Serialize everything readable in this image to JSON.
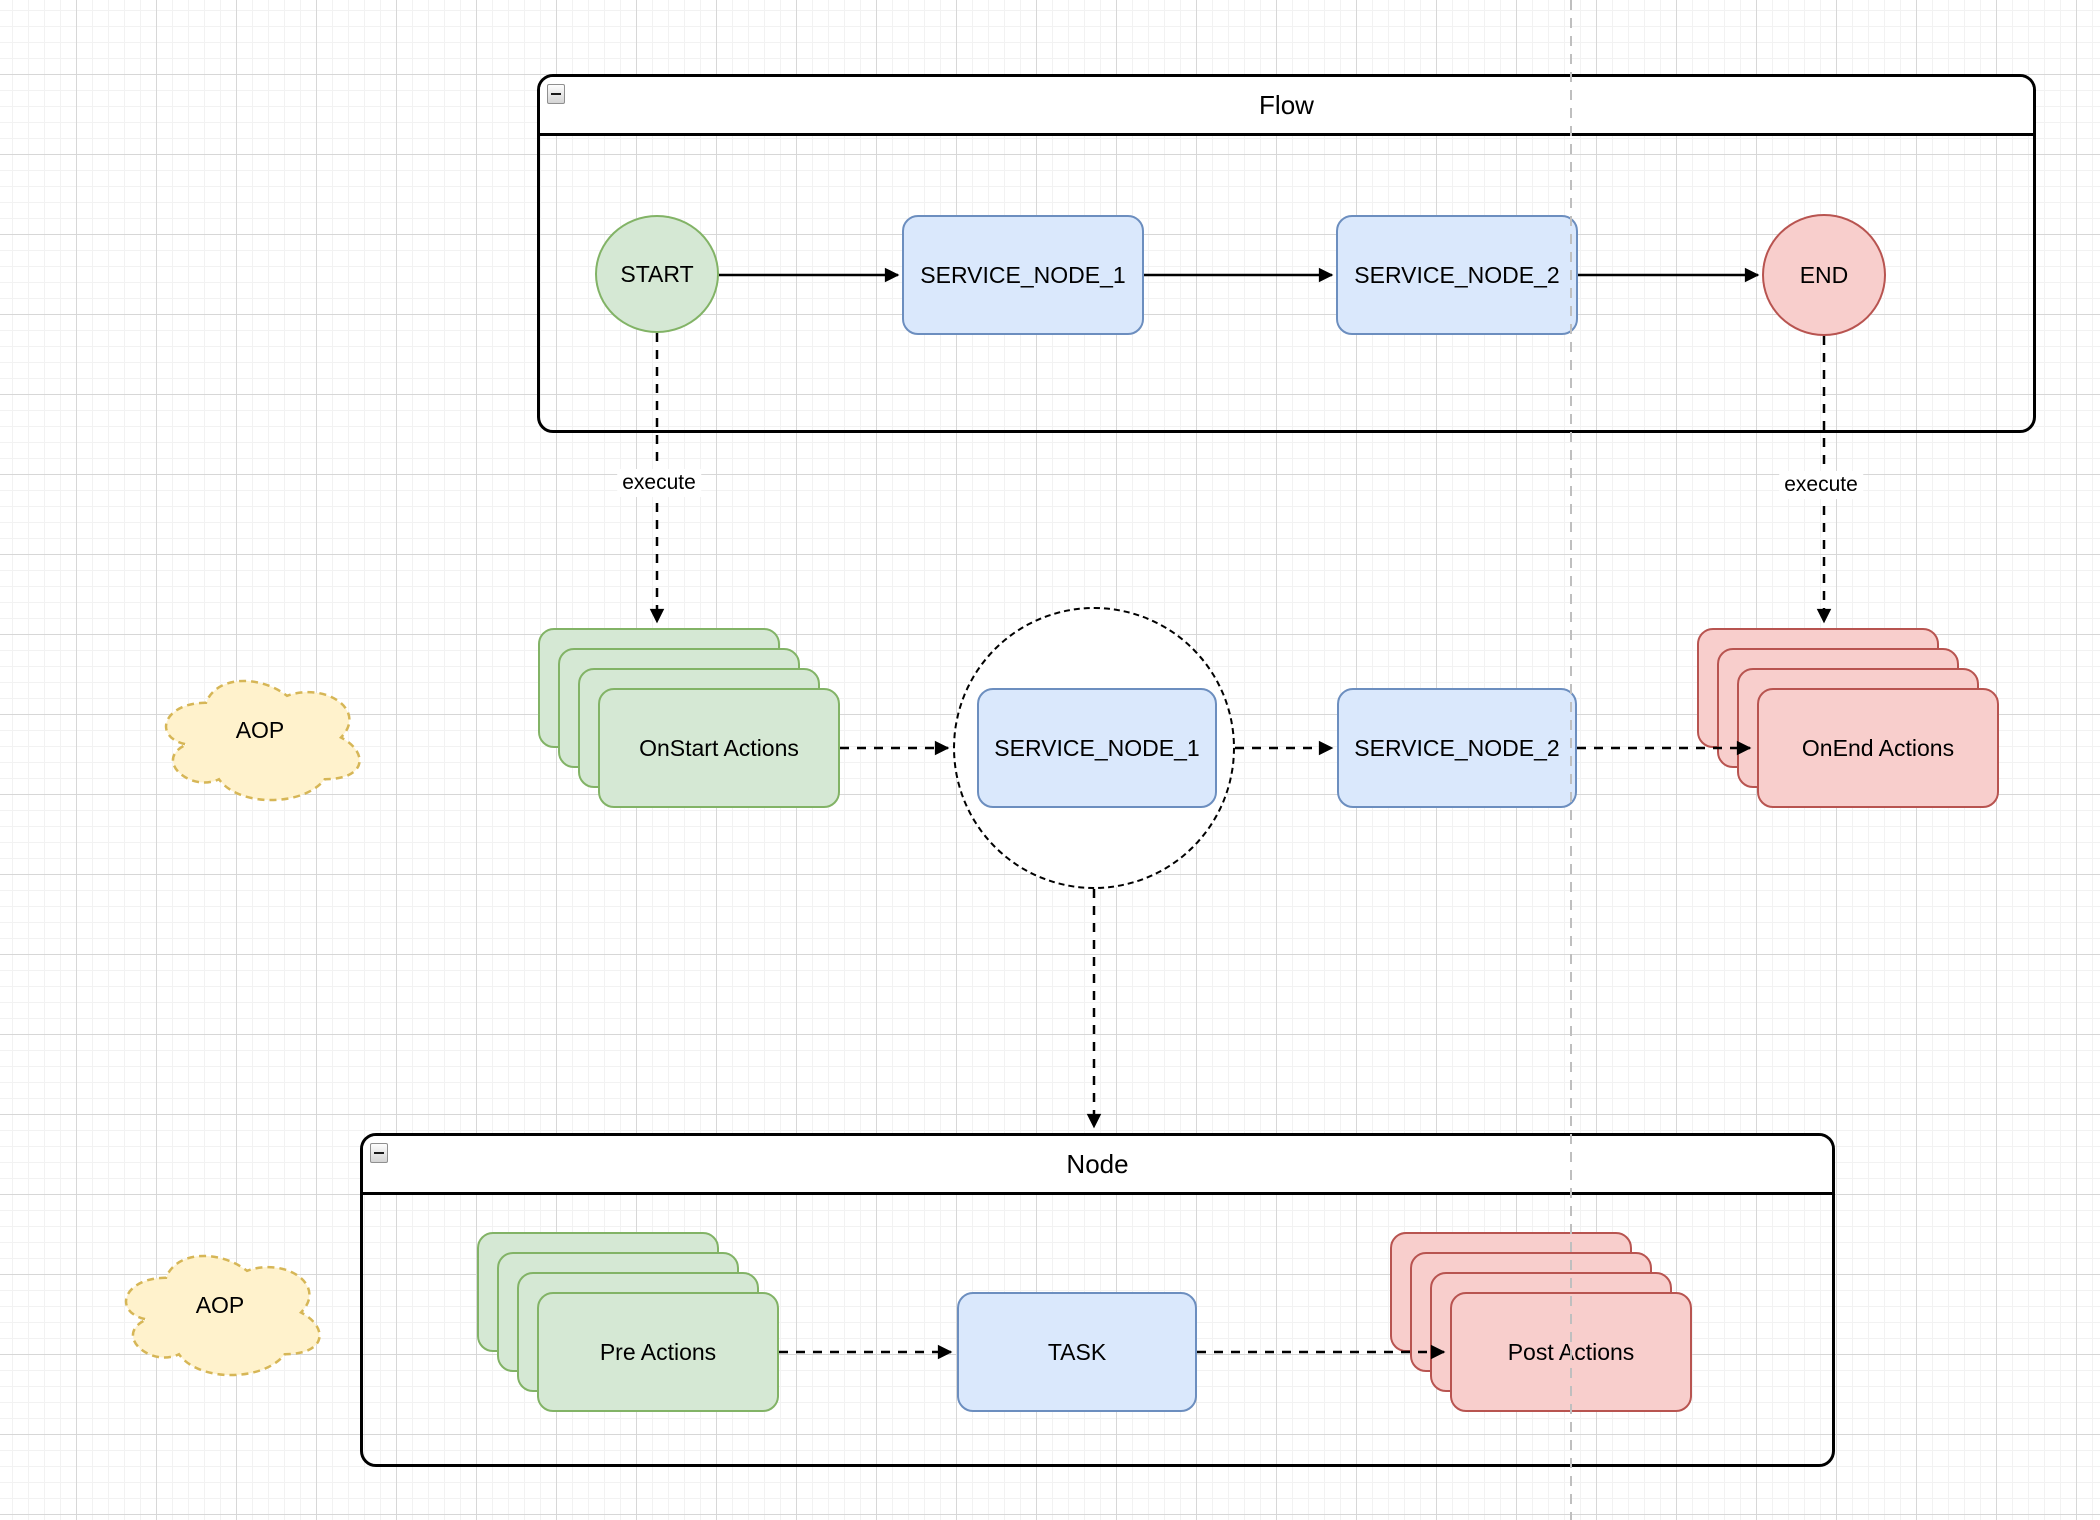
{
  "palette": {
    "green_fill": "#d5e8d4",
    "green_stroke": "#82b366",
    "blue_fill": "#dae8fc",
    "blue_stroke": "#6c8ebf",
    "red_fill": "#f8cecc",
    "red_stroke": "#b85450",
    "yellow_fill": "#fff2cc",
    "yellow_stroke": "#d6b656",
    "edge": "#000000"
  },
  "flow": {
    "title": "Flow",
    "collapse_icon": "minus-icon",
    "start": "START",
    "service_node_1": "SERVICE_NODE_1",
    "service_node_2": "SERVICE_NODE_2",
    "end": "END"
  },
  "edges": {
    "execute_left": "execute",
    "execute_right": "execute"
  },
  "middle": {
    "on_start": "OnStart Actions",
    "service_node_1": "SERVICE_NODE_1",
    "service_node_2": "SERVICE_NODE_2",
    "on_end": "OnEnd Actions",
    "aop_label": "AOP"
  },
  "node": {
    "title": "Node",
    "collapse_icon": "minus-icon",
    "pre": "Pre Actions",
    "task": "TASK",
    "post": "Post Actions",
    "aop_label": "AOP"
  }
}
